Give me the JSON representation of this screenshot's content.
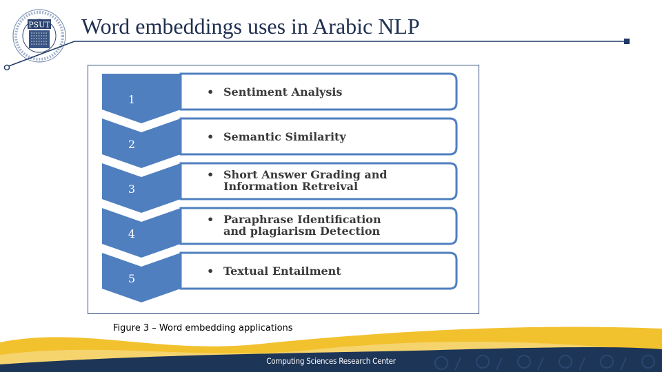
{
  "slide": {
    "title": "Word embeddings uses in Arabic NLP",
    "logo": {
      "text": "PSUT",
      "icon": "university-seal"
    }
  },
  "figure": {
    "steps": [
      {
        "number": "1",
        "lines": [
          "Sentiment Analysis"
        ]
      },
      {
        "number": "2",
        "lines": [
          "Semantic Similarity"
        ]
      },
      {
        "number": "3",
        "lines": [
          "Short Answer Grading   and",
          "Information Retreival"
        ]
      },
      {
        "number": "4",
        "lines": [
          "Paraphrase Identification",
          "and plagiarism  Detection"
        ]
      },
      {
        "number": "5",
        "lines": [
          "Textual Entailment"
        ]
      }
    ],
    "bullet": "•",
    "caption": "Figure 3 – Word embedding applications"
  },
  "footer": {
    "text": "Computing Sciences Research Center"
  },
  "colors": {
    "chevron": "#4f7fbf",
    "title": "#1f2f4f",
    "footer_navy": "#1d3557",
    "footer_gold": "#f2c12e"
  }
}
